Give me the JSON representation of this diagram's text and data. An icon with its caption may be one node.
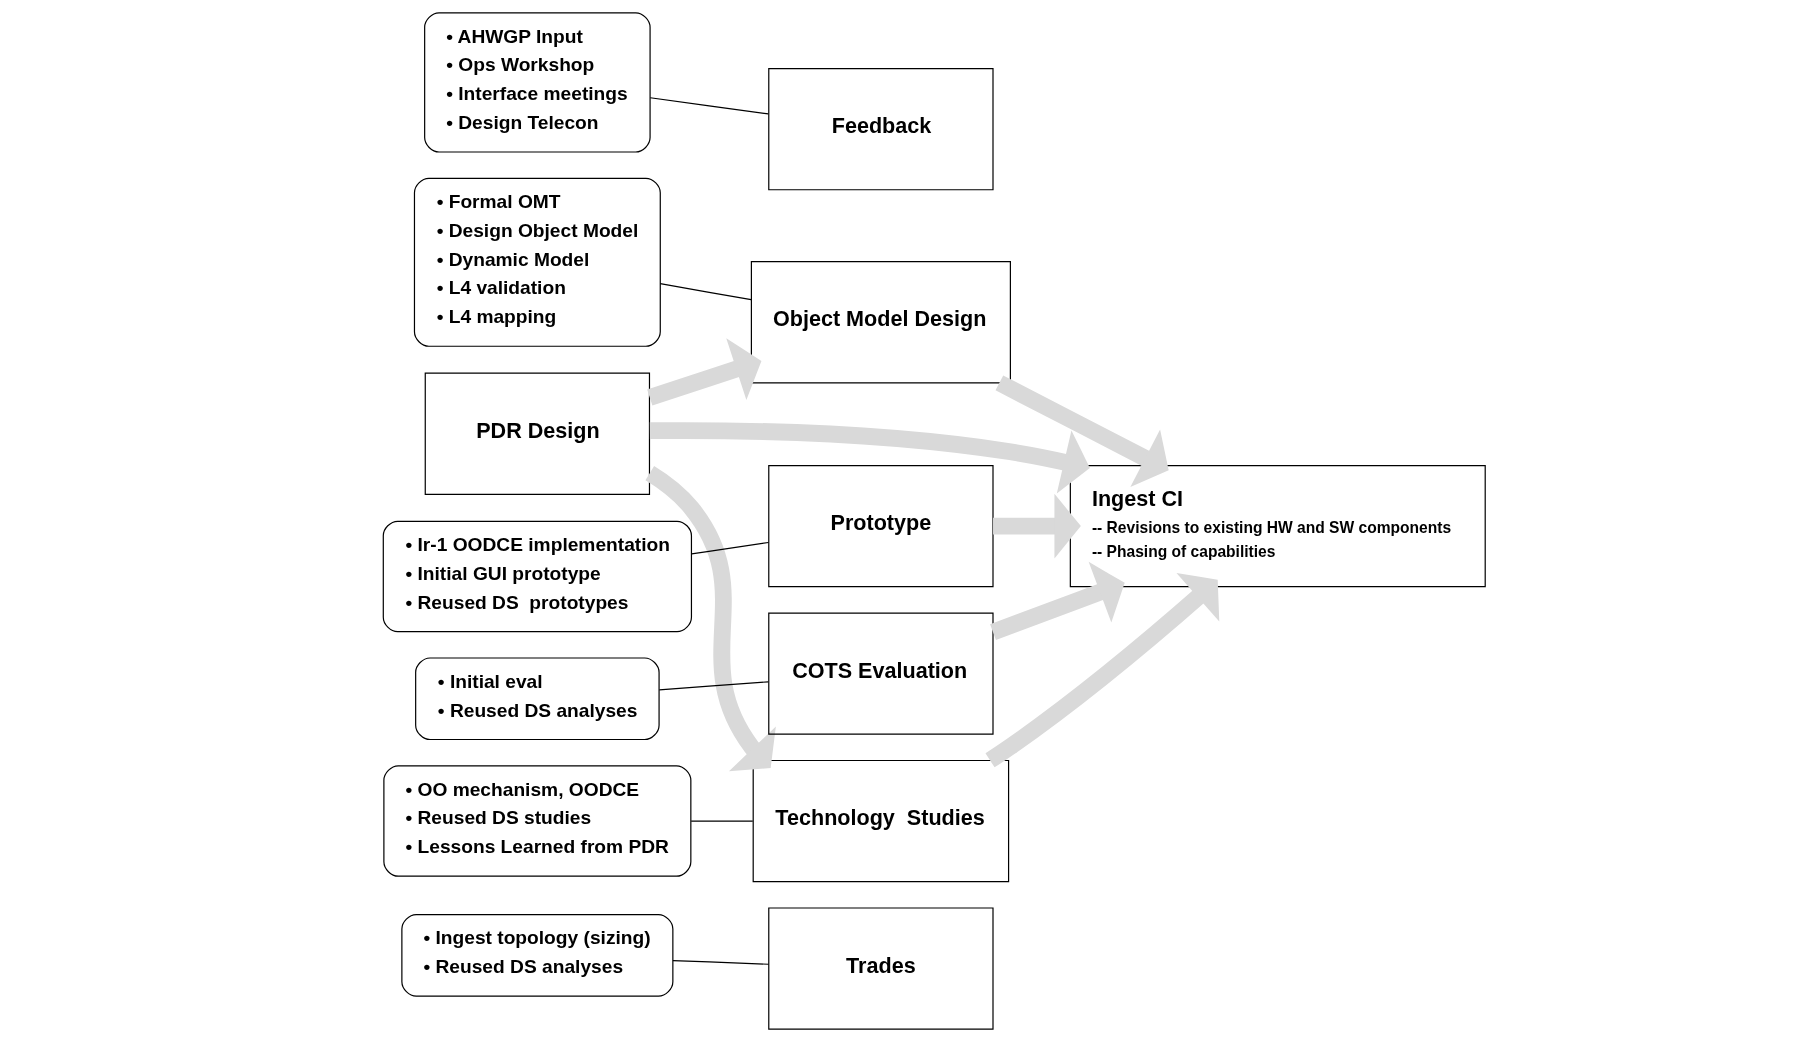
{
  "diagram": {
    "nodes": [
      {
        "text": [
          "PDR Design"
        ]
      },
      {
        "text": [
          "Feedback"
        ]
      },
      {
        "text": [
          "Trades"
        ]
      },
      {
        "text": [
          "Object Model Design"
        ]
      },
      {
        "text": [
          "Prototype"
        ]
      },
      {
        "text": [
          "COTS Evaluation"
        ]
      },
      {
        "text": [
          "Technology  Studies"
        ]
      },
      {
        "text": [
          "Ingest CI",
          "-- Revisions to existing HW and SW components",
          "-- Phasing of capabilities"
        ]
      },
      {
        "text": [
          "• AHWGP Input",
          "• Ops Workshop",
          "• Interface meetings",
          "• Design Telecon"
        ]
      },
      {
        "text": [
          "• Ingest topology (sizing)",
          "• Reused DS analyses"
        ]
      },
      {
        "text": [
          "• Formal OMT",
          "• Design Object Model",
          "• Dynamic Model",
          "• L4 validation",
          "• L4 mapping"
        ]
      },
      {
        "text": [
          "• Ir-1 OODCE implementation",
          "• Initial GUI prototype",
          "• Reused DS  prototypes"
        ]
      },
      {
        "text": [
          "• Initial eval",
          "• Reused DS analyses"
        ]
      },
      {
        "text": [
          "• OO mechanism, OODCE",
          "• Reused DS studies",
          "• Lessons Learned from PDR"
        ]
      }
    ],
    "edges": [
      {
        "from": 0,
        "to": 3,
        "arrow": "to"
      },
      {
        "from": 0,
        "to": 6,
        "arrow": "to"
      },
      {
        "from": 0,
        "to": 7,
        "arrow": "to"
      },
      {
        "from": 3,
        "to": 7,
        "arrow": "to"
      },
      {
        "from": 4,
        "to": 7,
        "arrow": "to"
      },
      {
        "from": 5,
        "to": 7,
        "arrow": "to"
      },
      {
        "from": 6,
        "to": 7,
        "arrow": "to"
      },
      {
        "from": 8,
        "to": 1,
        "arrow": "none",
        "color": "#000000"
      },
      {
        "from": 9,
        "to": 2,
        "arrow": "none",
        "color": "#000000"
      },
      {
        "from": 10,
        "to": 3,
        "arrow": "none",
        "color": "#000000"
      },
      {
        "from": 11,
        "to": 4,
        "arrow": "none",
        "color": "#000000"
      },
      {
        "from": 12,
        "to": 5,
        "arrow": "none",
        "color": "#000000"
      },
      {
        "from": 13,
        "to": 6,
        "arrow": "none",
        "color": "#000000"
      }
    ]
  }
}
